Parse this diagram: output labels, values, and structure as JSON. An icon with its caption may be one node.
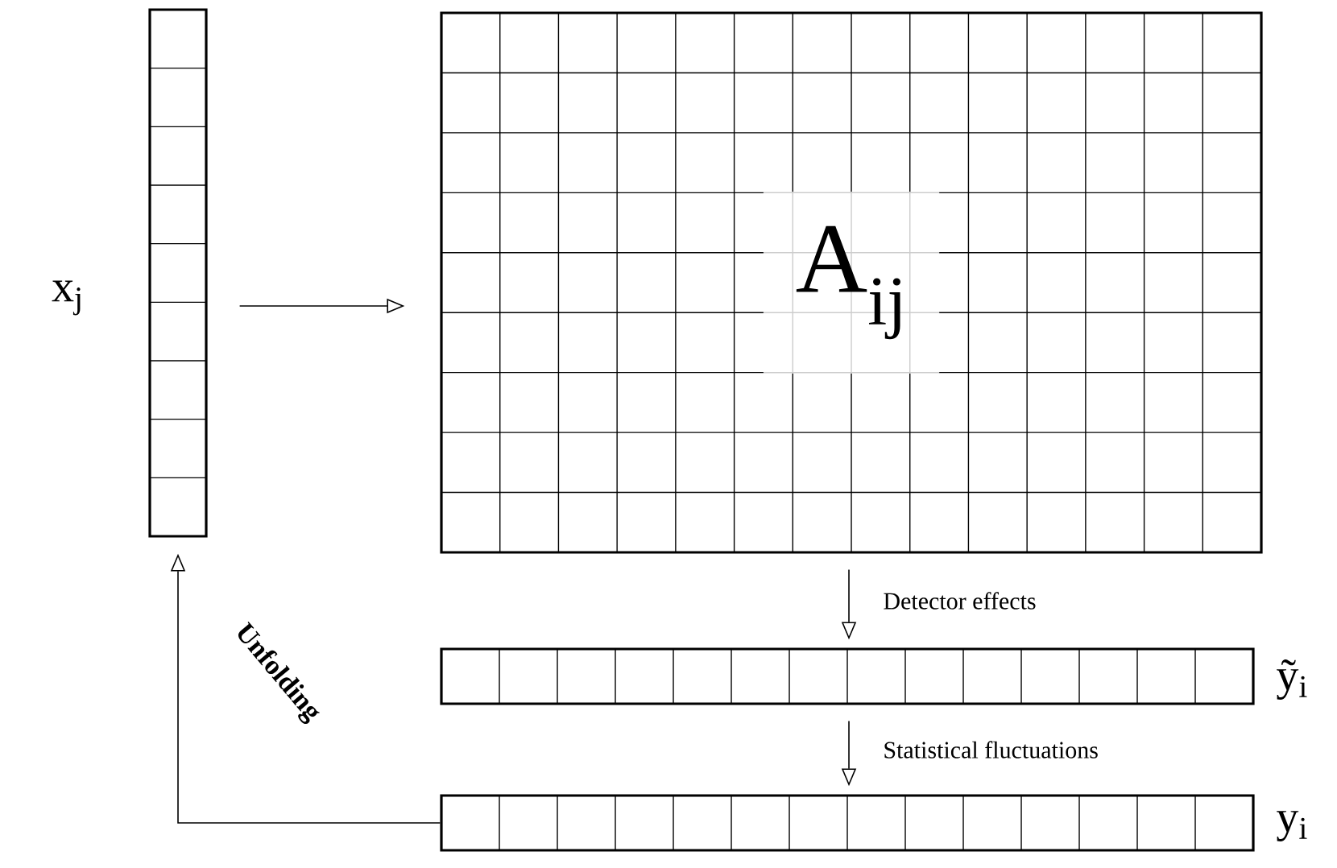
{
  "diagram": {
    "nodes": [
      {
        "text": [],
        "shape": "box",
        "beside": [
          "x$_{j}$"
        ]
      },
      {
        "text": [
          "A$_{ij}$"
        ]
      },
      {
        "text": [],
        "shape": "box",
        "beside": [
          "ỹ$_{i}$"
        ]
      },
      {
        "text": [],
        "shape": "box",
        "beside": [
          "y$_{i}$"
        ]
      }
    ],
    "edges": [
      {
        "from": 0,
        "to": 1,
        "arrow": "to"
      },
      {
        "from": 1,
        "to": 2,
        "arrow": "to",
        "label": "Detector effects"
      },
      {
        "from": 2,
        "to": 3,
        "arrow": "to",
        "label": "Statistical fluctuations"
      },
      {
        "from": 3,
        "to": 0,
        "arrow": "to",
        "label": "Unfolding"
      }
    ]
  }
}
